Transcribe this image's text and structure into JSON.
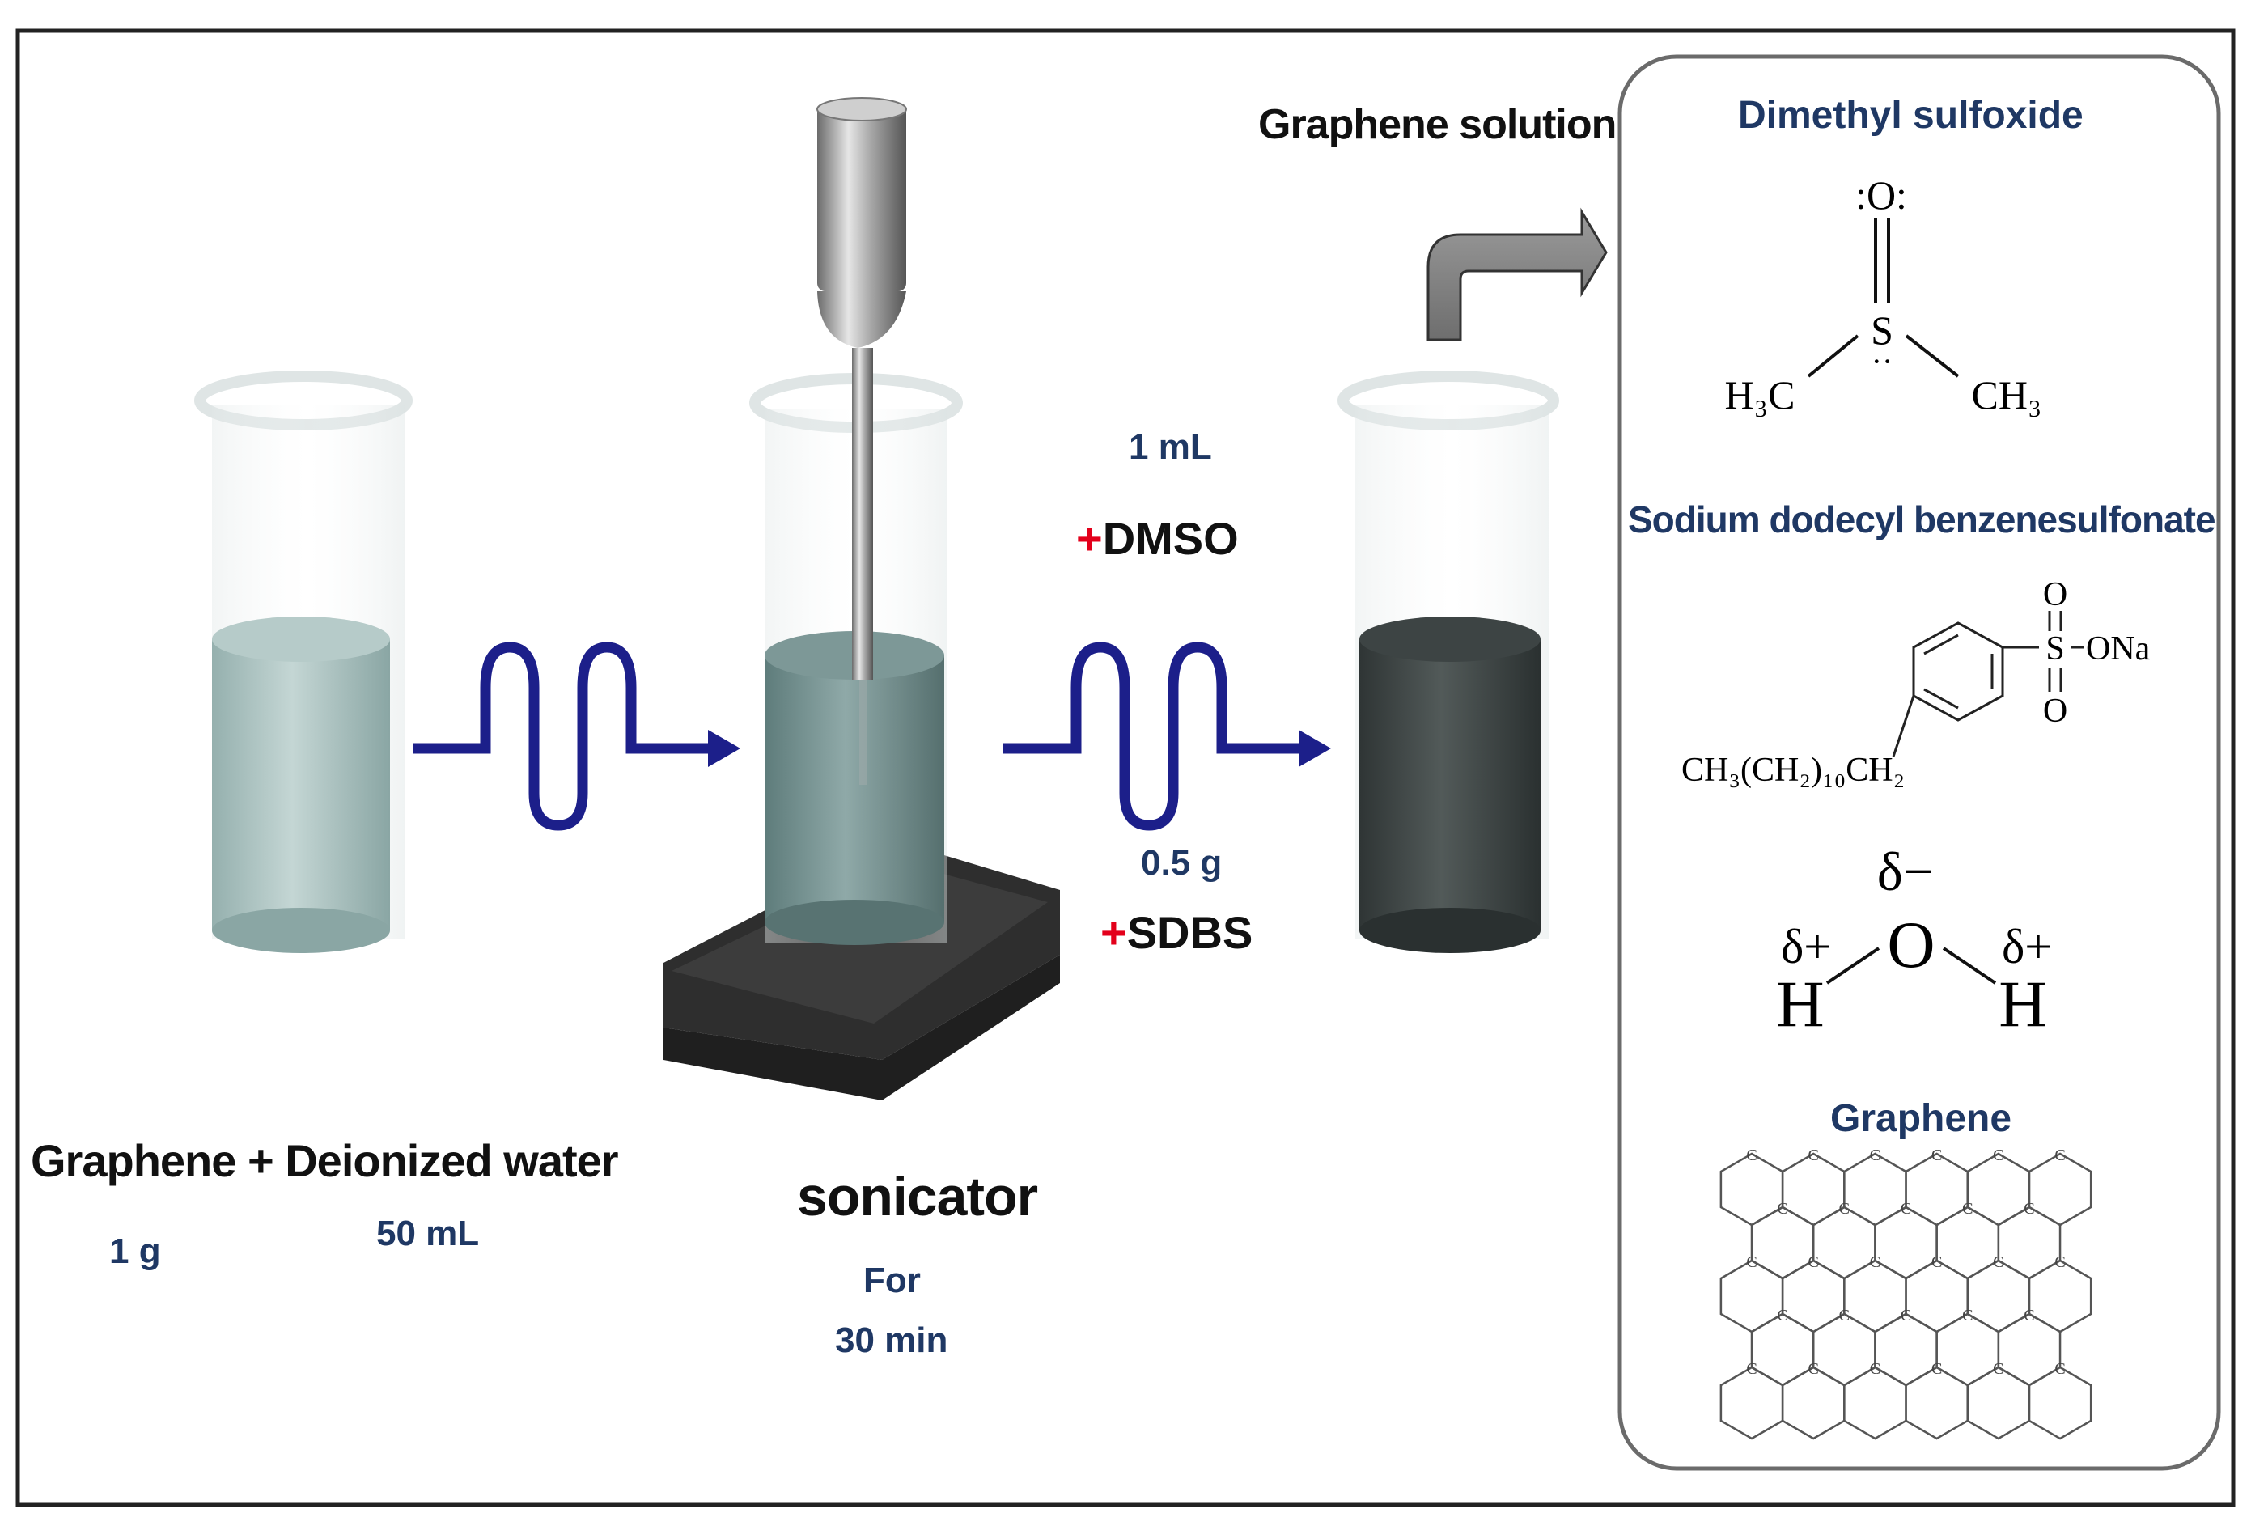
{
  "labels": {
    "graphene_water": "Graphene + Deionized water",
    "amount_graphene": "1 g",
    "amount_water": "50 mL",
    "sonicator": "sonicator",
    "for": "For",
    "duration": "30 min",
    "dmso_amount": "1 mL",
    "dmso_plus": "+",
    "dmso": "DMSO",
    "sdbs_amount": "0.5 g",
    "sdbs_plus": "+",
    "sdbs": "SDBS",
    "graphene_solution": "Graphene solution"
  },
  "panel": {
    "dmso_title": "Dimethyl sulfoxide",
    "sdbs_title": "Sodium dodecyl benzenesulfonate",
    "graphene_title": "Graphene",
    "dmso_structure": {
      "o": ":O:",
      "s": "S",
      "dots": "··",
      "left_group": "H₃C",
      "right_group": "CH₃"
    },
    "sdbs_structure": {
      "chain": "CH₃(CH₂)₁₀CH₂",
      "s": "S",
      "o_top": "O",
      "o_bottom": "O",
      "ona": "ONa"
    },
    "water_structure": {
      "o": "O",
      "h_left": "H",
      "h_right": "H",
      "delta_minus": "δ−",
      "delta_plus_left": "δ+",
      "delta_plus_right": "δ+"
    },
    "graphene_atom": "C"
  },
  "colors": {
    "navy": "#1f3864",
    "arrow_blue": "#1c1f8a",
    "red": "#e3001b",
    "clear_liquid": "#a8c2c0",
    "dark_liquid": "#3f4746",
    "base": "#2e2e2e"
  }
}
